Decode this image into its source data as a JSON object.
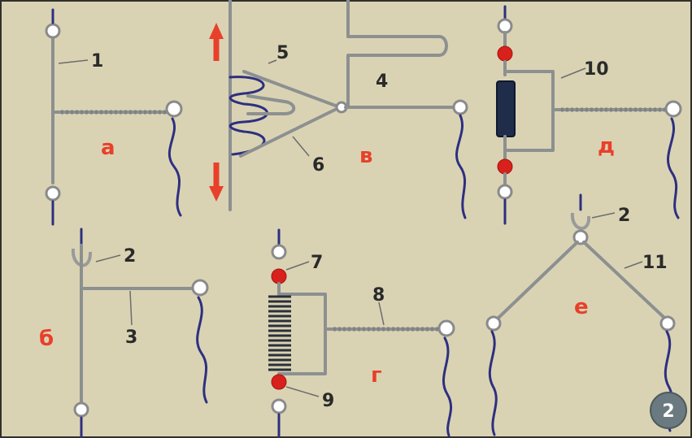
{
  "labels": {
    "n1": "1",
    "n2a": "2",
    "n2b": "2",
    "n3": "3",
    "n4": "4",
    "n5": "5",
    "n6": "6",
    "n7": "7",
    "n8": "8",
    "n9": "9",
    "n10": "10",
    "n11": "11"
  },
  "letters": {
    "a": "а",
    "b": "б",
    "v": "в",
    "g": "г",
    "d": "д",
    "e": "е"
  },
  "figure_badge": "2",
  "colors": {
    "background": "#d9d3b4",
    "wire": "#8d9090",
    "lead": "#2e2f80",
    "accent_red": "#e8402a",
    "insulator_ball": "#d8211c",
    "badge": "#6b7a80"
  }
}
